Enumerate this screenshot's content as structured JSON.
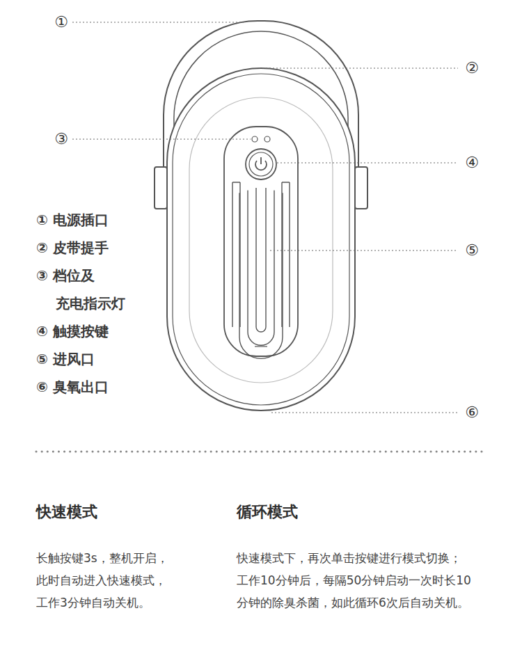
{
  "diagram": {
    "labels": [
      "①",
      "②",
      "③",
      "④",
      "⑤",
      "⑥",
      "① 电源插口",
      "② 皮带提手",
      "③ 档位及 充电指示灯",
      "④ 触摸按键",
      "⑤ 进风口",
      "⑥ 臭氧出口",
      "快速模式",
      "长触按键3s，整机开启， 此时自动进入快速模式， 工作3分钟自动关机。",
      "循环模式",
      "快速模式下，再次单击按键进行模式切换； 工作10分钟后，每隔50分钟启动一次时长10 分钟的除臭杀菌，如此循环6次后自动关机。"
    ]
  }
}
